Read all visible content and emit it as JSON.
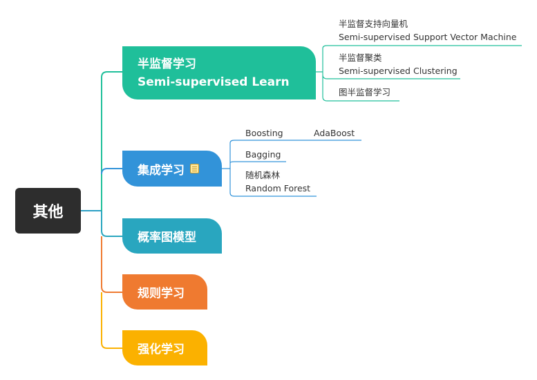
{
  "root": {
    "label": "其他"
  },
  "branches": {
    "semi": {
      "label_cn": "半监督学习",
      "label_en": "Semi-supervised Learn",
      "children": [
        {
          "cn": "半监督支持向量机",
          "en": "Semi-supervised Support Vector Machine"
        },
        {
          "cn": "半监督聚类",
          "en": "Semi-supervised Clustering"
        },
        {
          "cn": "图半监督学习"
        }
      ]
    },
    "ensemble": {
      "label": "集成学习",
      "icon": "note-icon",
      "children": [
        {
          "label": "Boosting",
          "child": "AdaBoost"
        },
        {
          "label": "Bagging"
        },
        {
          "cn": "随机森林",
          "en": "Random Forest"
        }
      ]
    },
    "prob": {
      "label": "概率图模型"
    },
    "rule": {
      "label": "规则学习"
    },
    "rl": {
      "label": "强化学习"
    }
  },
  "colors": {
    "root": "#2d2d2d",
    "semi": "#1fbf9a",
    "ensemble": "#3293d9",
    "prob": "#29a6bf",
    "rule": "#ef7a30",
    "rl": "#fbb100"
  }
}
